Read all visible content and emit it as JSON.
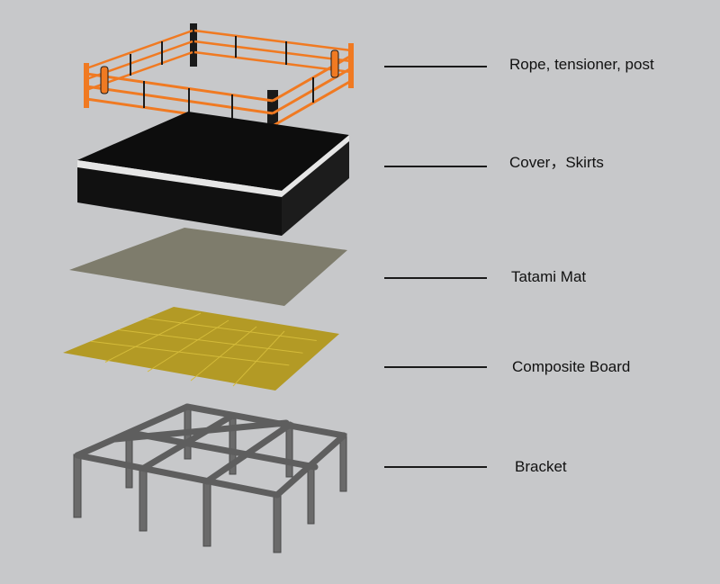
{
  "layers": [
    {
      "id": "rope",
      "label": "Rope, tensioner, post",
      "icon": "boxing-ring-ropes-icon"
    },
    {
      "id": "cover",
      "label": "Cover，Skirts",
      "icon": "ring-cover-icon"
    },
    {
      "id": "tatami",
      "label": "Tatami Mat",
      "icon": "tatami-mat-icon"
    },
    {
      "id": "board",
      "label": "Composite Board",
      "icon": "composite-board-icon"
    },
    {
      "id": "bracket",
      "label": "Bracket",
      "icon": "steel-bracket-icon"
    }
  ],
  "colors": {
    "background": "#c7c8ca",
    "rope": "#f07a22",
    "post": "#1a1a1a",
    "cover": "#0d0d0d",
    "skirt_trim": "#e6e6e6",
    "tatami": "#7e7c6c",
    "board": "#b39a25",
    "board_grid": "#d4bb3a",
    "bracket": "#5e5e5e"
  }
}
